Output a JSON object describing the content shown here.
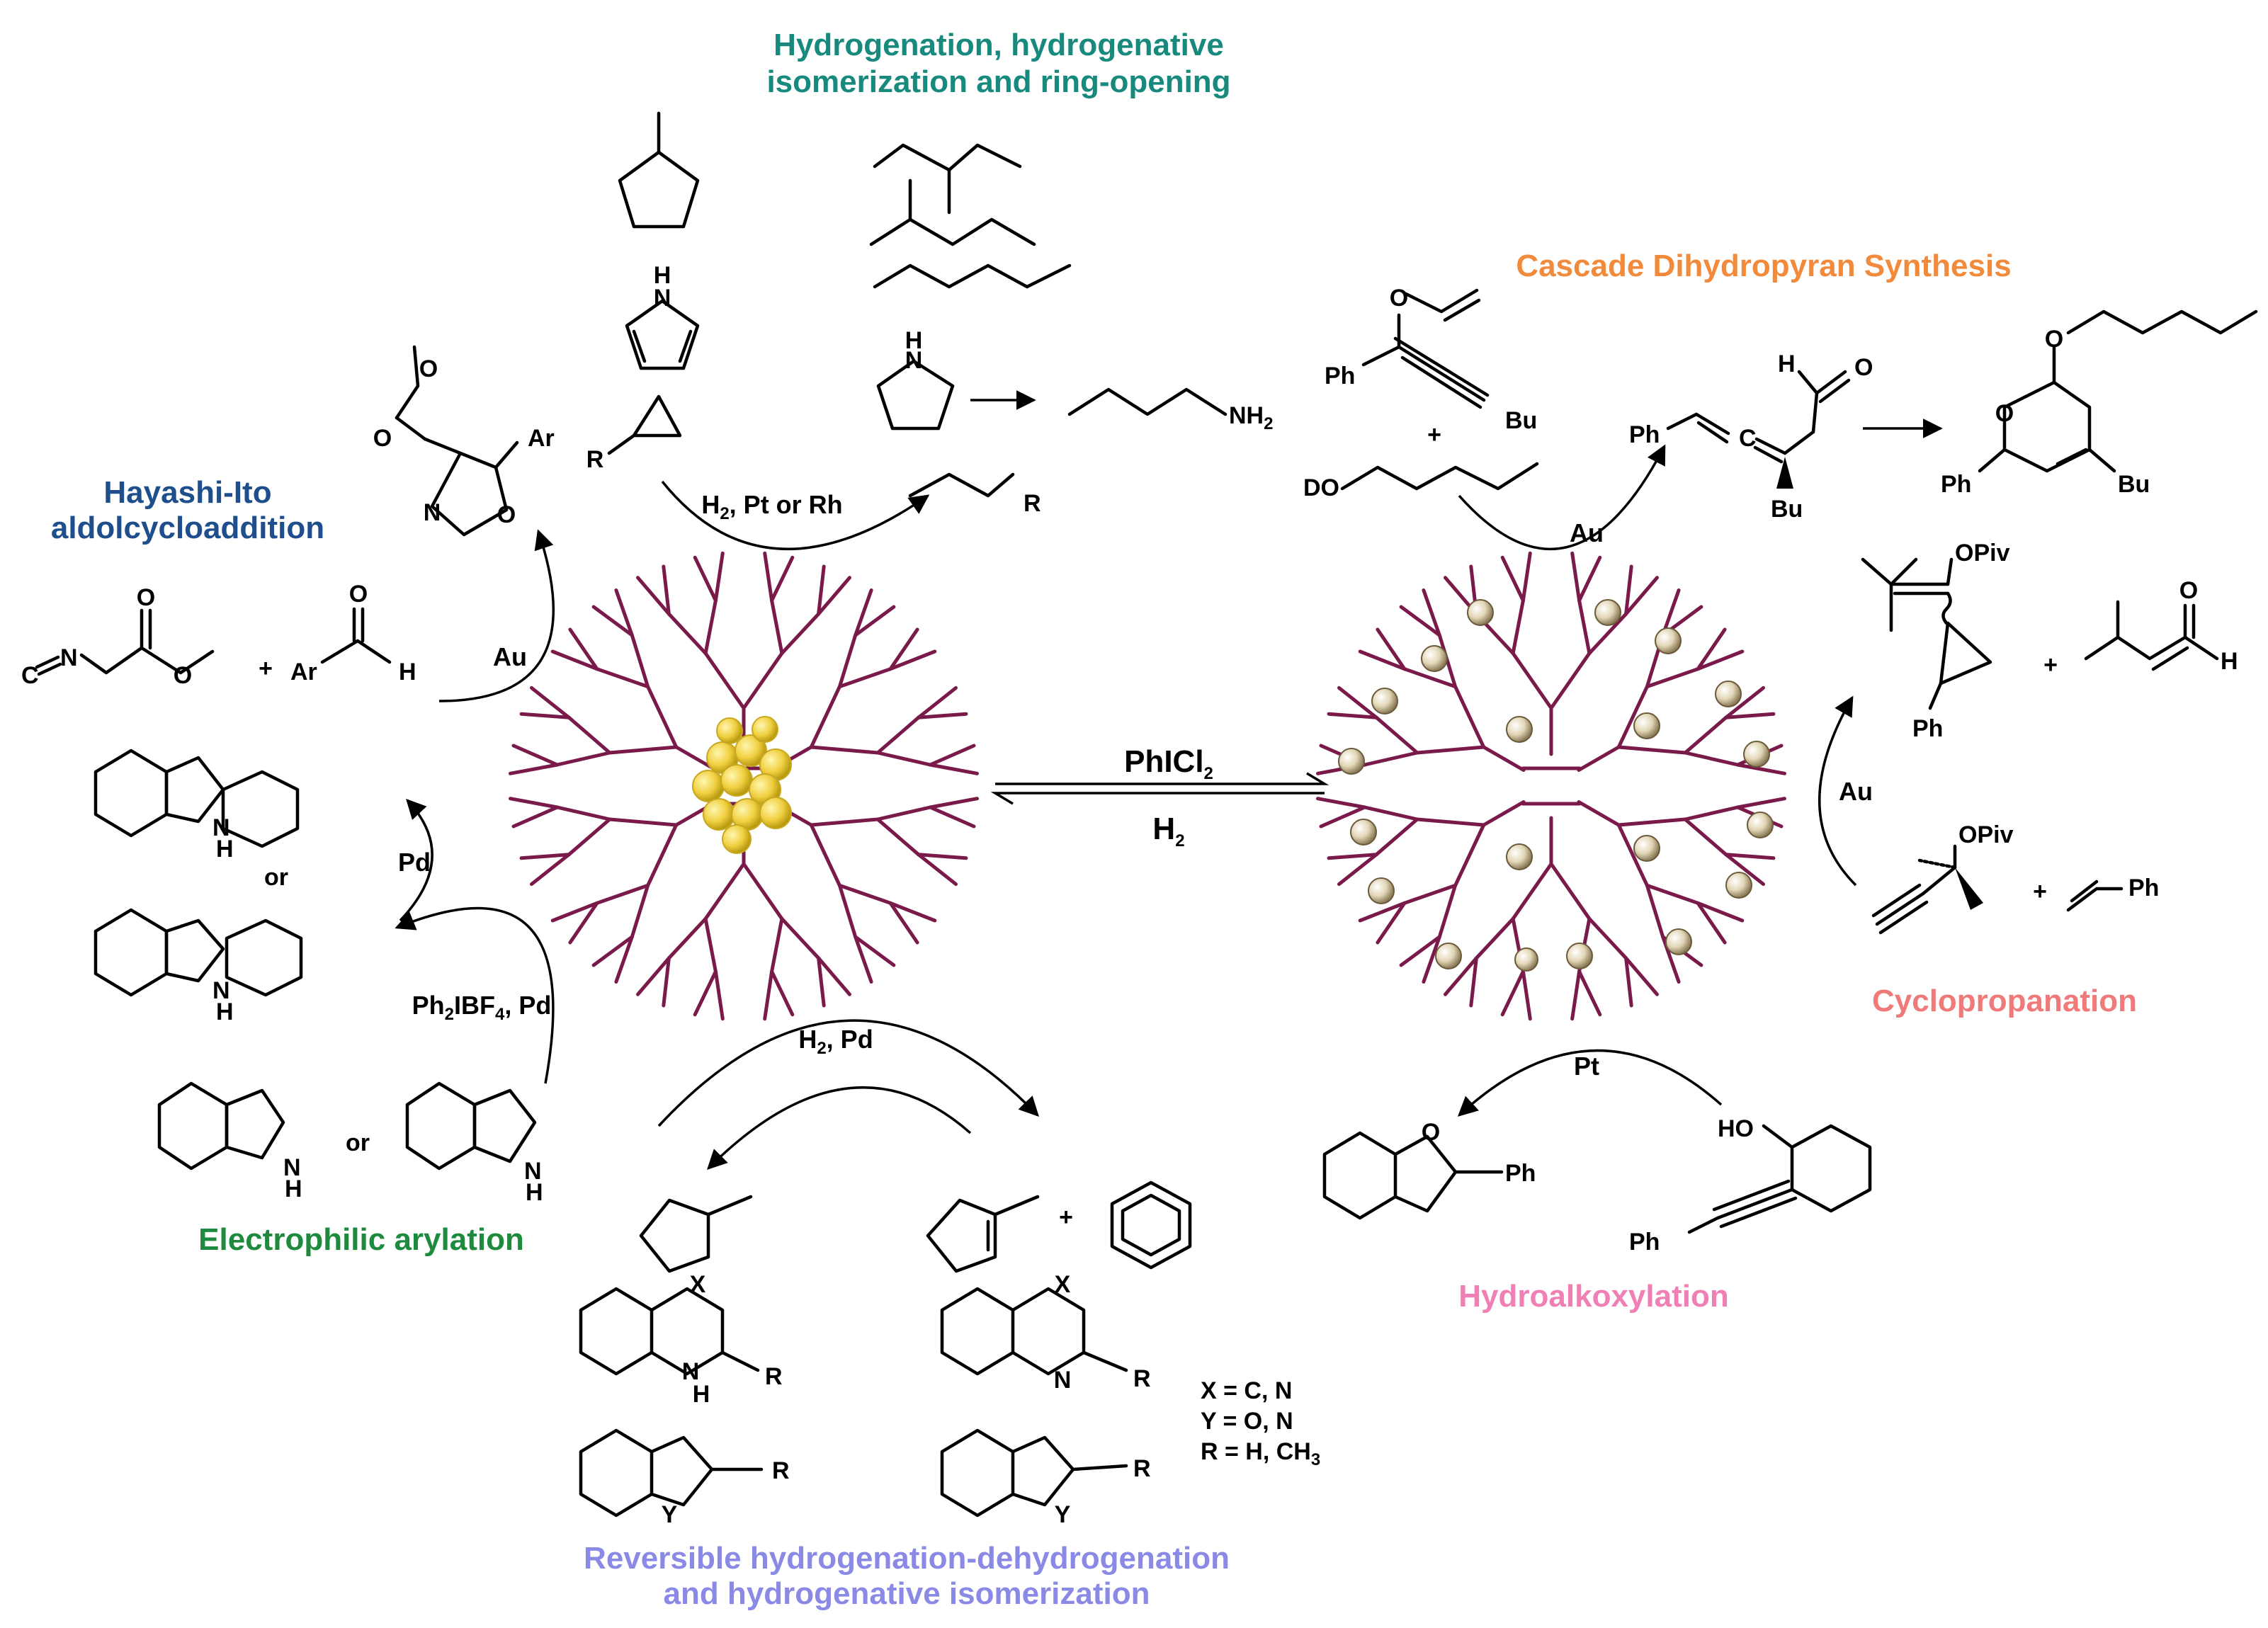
{
  "section_titles": {
    "hydrogenation": [
      "Hydrogenation, hydrogenative",
      "isomerization and ring-opening"
    ],
    "hayashi": [
      "Hayashi-Ito",
      "aldolcycloaddition"
    ],
    "cascade": "Cascade Dihydropyran Synthesis",
    "cyclopropanation": "Cyclopropanation",
    "hydroalkoxylation": "Hydroalkoxylation",
    "electrophilic": "Electrophilic arylation",
    "reversible": [
      "Reversible hydrogenation-dehydrogenation",
      "and hydrogenative isomerization"
    ]
  },
  "colors": {
    "hydrogenation": "#178a7d",
    "hayashi": "#1f4e8c",
    "cascade": "#f28a3c",
    "cyclopropanation": "#f07a7a",
    "hydroalkoxylation": "#ef7fb4",
    "electrophilic": "#1e8a3e",
    "reversible": "#8a8ae6",
    "dendrimer": "#7a1a4a",
    "cluster": "#f0d040",
    "particle": "#d8c8a0"
  },
  "conditions": {
    "h2_pt_rh": "H2, Pt or Rh",
    "au_left": "Au",
    "pd_top": "Pd",
    "ph2ibf4_pd": "Ph2IBF4, Pd",
    "h2_pd": "H2, Pd",
    "phicl2": "PhICl2",
    "h2_center": "H2",
    "au_cascade": "Au",
    "au_cyclo": "Au",
    "pt": "Pt"
  },
  "misc": {
    "or": "or",
    "plus": "+",
    "x_def": "X = C, N",
    "y_def": "Y = O, N",
    "r_def": "R = H, CH3"
  },
  "atoms": {
    "N": "N",
    "H": "H",
    "NH": "NH",
    "R": "R",
    "O": "O",
    "C": "C",
    "Ar": "Ar",
    "Ph": "Ph",
    "Bu": "Bu",
    "DO": "DO",
    "HO": "HO",
    "OPiv": "OPiv",
    "X": "X",
    "Y": "Y",
    "NH2": "NH2"
  }
}
